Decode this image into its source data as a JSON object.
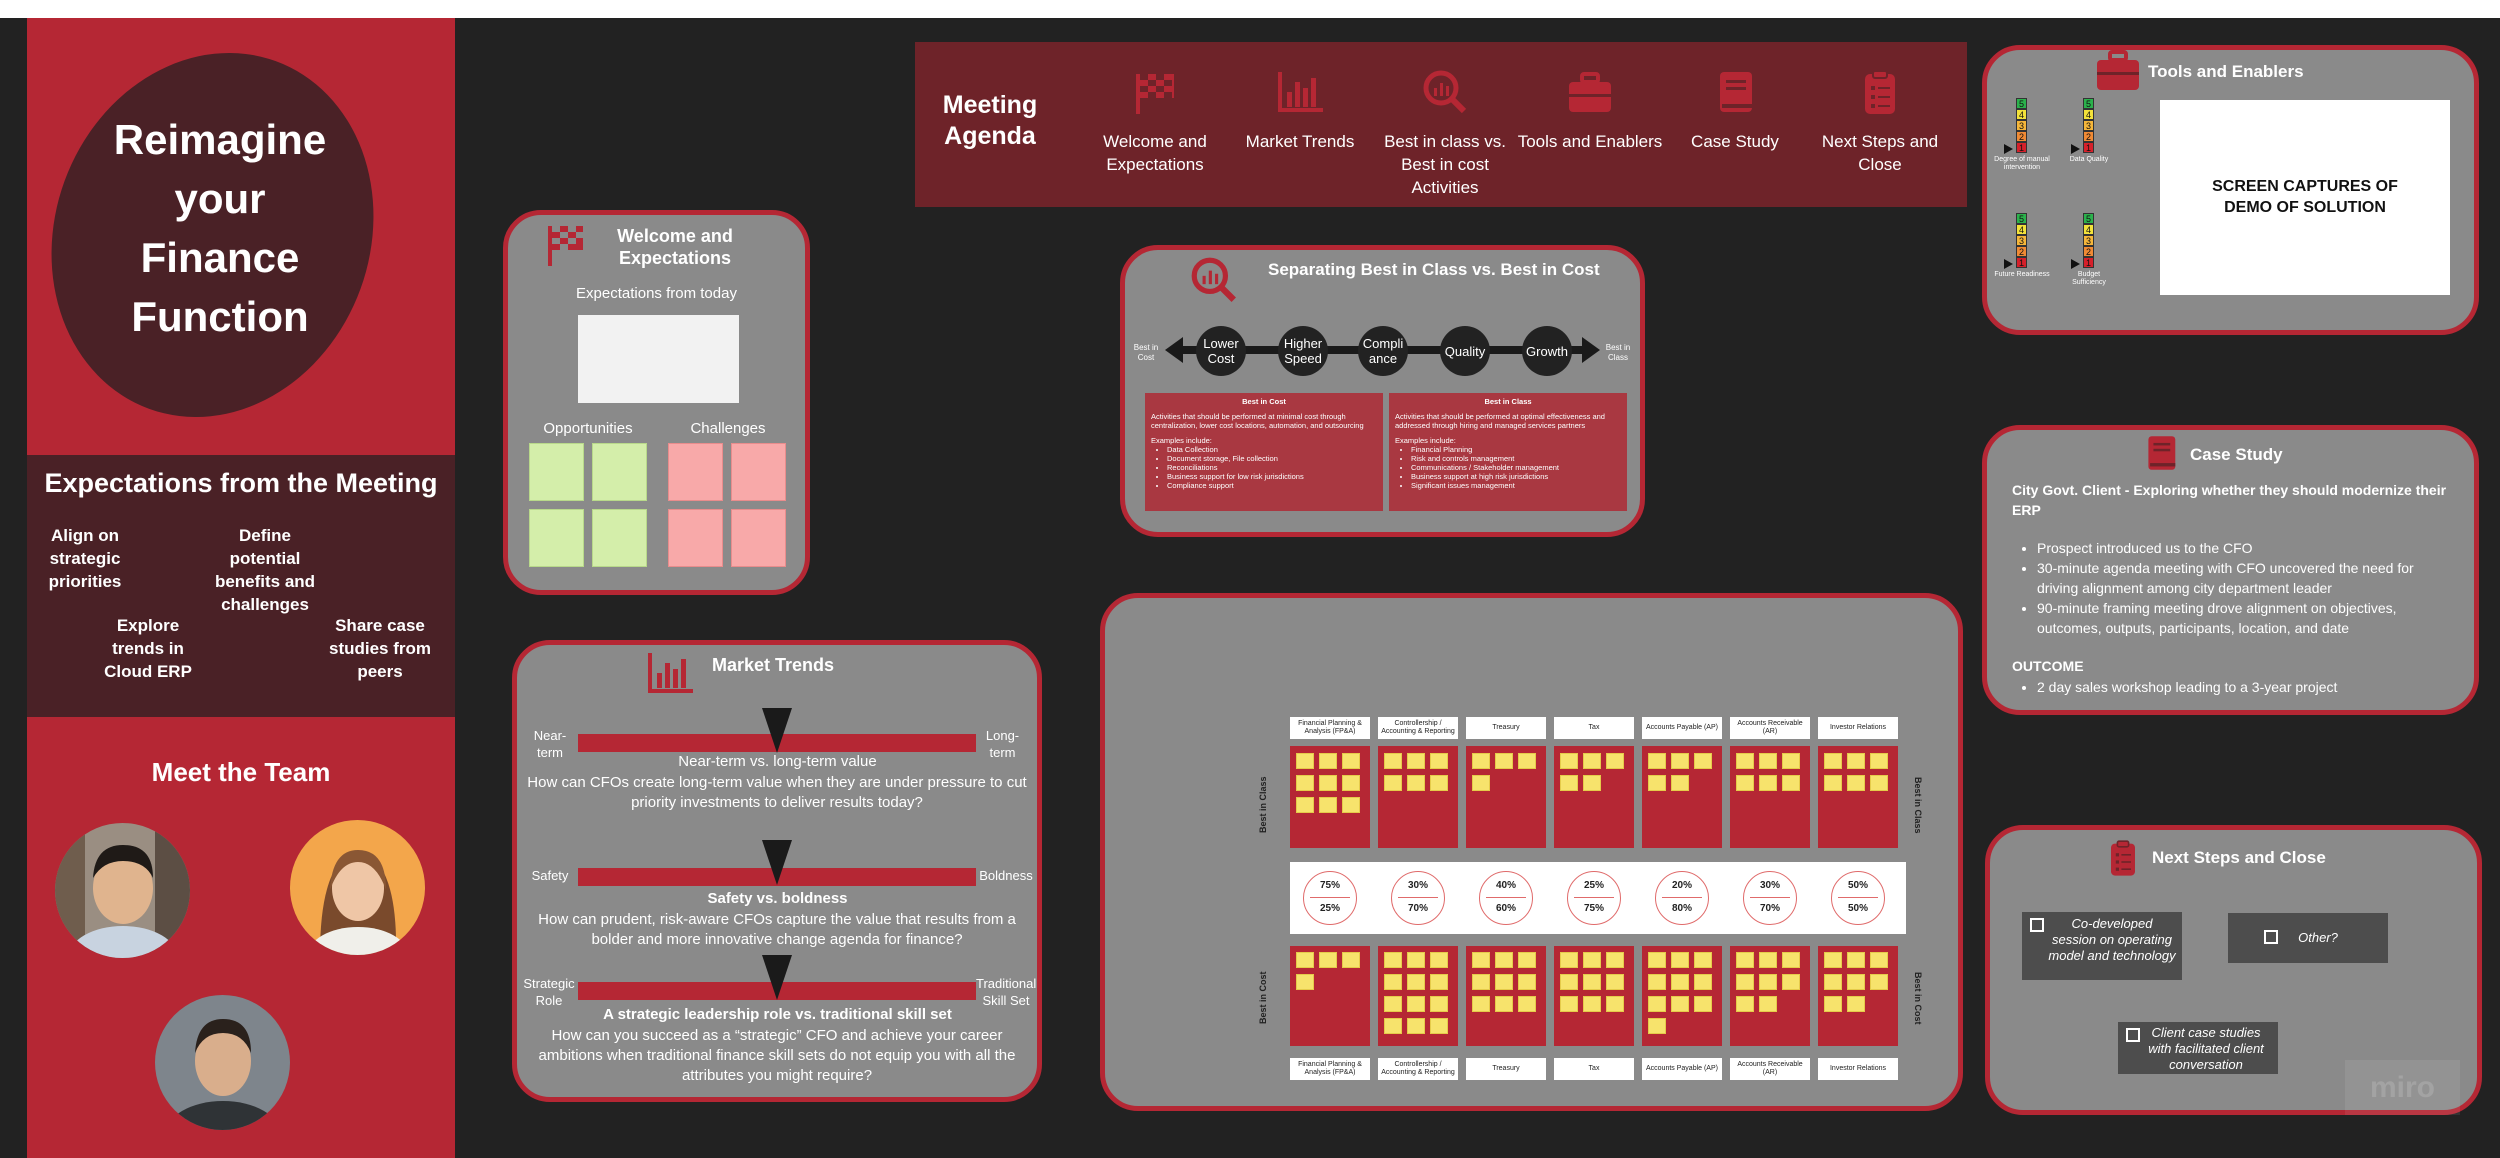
{
  "left_panel": {
    "title": "Reimagine your Finance Function",
    "title_lines": [
      "Reimagine",
      "your",
      "Finance",
      "Function"
    ],
    "expectations_title": "Expectations from the Meeting",
    "expectations": [
      "Align on strategic priorities",
      "Define potential benefits and challenges",
      "Explore trends in Cloud ERP",
      "Share case studies from peers"
    ],
    "team_title": "Meet the Team"
  },
  "agenda": {
    "title": "Meeting Agenda",
    "items": [
      {
        "label": "Welcome and Expectations",
        "icon": "checkered-flag-icon"
      },
      {
        "label": "Market Trends",
        "icon": "bar-chart-icon"
      },
      {
        "label": "Best in class vs. Best in cost Activities",
        "icon": "magnify-chart-icon"
      },
      {
        "label": "Tools and Enablers",
        "icon": "toolbox-icon"
      },
      {
        "label": "Case Study",
        "icon": "book-icon"
      },
      {
        "label": "Next Steps and Close",
        "icon": "clipboard-icon"
      }
    ]
  },
  "welcome": {
    "title": "Welcome and Expectations",
    "subtitle": "Expectations from today",
    "opportunities": "Opportunities",
    "challenges": "Challenges"
  },
  "market_trends": {
    "title": "Market Trends",
    "sliders": [
      {
        "left": "Near-term",
        "right": "Long-term",
        "heading": "Near-term vs. long-term value",
        "body": "How can CFOs create long-term value when they are under pressure to cut priority investments to deliver results today?"
      },
      {
        "left": "Safety",
        "right": "Boldness",
        "heading": "Safety vs. boldness",
        "body": "How can prudent, risk-aware CFOs capture the value that results from a bolder and more innovative change agenda for finance?"
      },
      {
        "left": "Strategic Role",
        "right": "Traditional Skill Set",
        "heading": "A strategic leadership role vs. traditional skill set",
        "body": "How can you succeed as a “strategic” CFO and achieve your career ambitions when traditional finance skill sets do not equip you with all the attributes you might require?"
      }
    ]
  },
  "separating": {
    "title": "Separating Best in Class vs. Best in Cost",
    "left_end": "Best in Cost",
    "right_end": "Best in Class",
    "nodes": [
      "Lower Cost",
      "Higher Speed",
      "Compli ance",
      "Quality",
      "Growth"
    ],
    "cost_box": {
      "title": "Best in Cost",
      "desc": "Activities that should be performed at minimal cost through centralization, lower cost locations, automation, and outsourcing",
      "examples_label": "Examples include:",
      "examples": [
        "Data Collection",
        "Document storage, File collection",
        "Reconciliations",
        "Business support for low risk jurisdictions",
        "Compliance support"
      ]
    },
    "class_box": {
      "title": "Best in Class",
      "desc": "Activities that should be performed at optimal effectiveness and addressed through hiring and managed services partners",
      "examples_label": "Examples include:",
      "examples": [
        "Financial Planning",
        "Risk and controls management",
        "Communications / Stakeholder management",
        "Business support at high risk jurisdictions",
        "Significant issues management"
      ]
    }
  },
  "matrix": {
    "columns": [
      "Financial Planning & Analysis (FP&A)",
      "Controllership / Accounting & Reporting",
      "Treasury",
      "Tax",
      "Accounts Payable (AP)",
      "Accounts Receivable (AR)",
      "Investor Relations"
    ],
    "row_top_left": "Best in Class",
    "row_top_right": "Best in Class",
    "row_bottom_left": "Best in Cost",
    "row_bottom_right": "Best in Cost",
    "percentages": [
      {
        "top": "75%",
        "bottom": "25%"
      },
      {
        "top": "30%",
        "bottom": "70%"
      },
      {
        "top": "40%",
        "bottom": "60%"
      },
      {
        "top": "25%",
        "bottom": "75%"
      },
      {
        "top": "20%",
        "bottom": "80%"
      },
      {
        "top": "30%",
        "bottom": "70%"
      },
      {
        "top": "50%",
        "bottom": "50%"
      }
    ]
  },
  "tools": {
    "title": "Tools and Enablers",
    "gauges": [
      "Degree of manual intervention",
      "Data Quality",
      "Future Readiness",
      "Budget Sufficiency"
    ],
    "scale": [
      "5",
      "4",
      "3",
      "2",
      "1"
    ],
    "screen_text": "SCREEN CAPTURES OF DEMO OF SOLUTION"
  },
  "case_study": {
    "title": "Case Study",
    "heading": "City Govt. Client - Exploring whether they should modernize their ERP",
    "bullets": [
      "Prospect introduced us to the CFO",
      "30-minute agenda meeting with CFO uncovered the need for driving alignment among city department leader",
      "90-minute framing meeting drove alignment on objectives, outcomes, outputs, participants, location, and date"
    ],
    "outcome_label": "OUTCOME",
    "outcome": "2 day sales workshop leading to a 3-year project"
  },
  "next_steps": {
    "title": "Next Steps and Close",
    "options": [
      "Co-developed session on operating model and technology",
      "Other?",
      "Client case studies with facilitated client conversation"
    ]
  },
  "watermark": "miro",
  "colors": {
    "brand_red": "#b52734",
    "dark_maroon": "#4a2126",
    "card_gray": "#8a8a8a",
    "background": "#222222"
  }
}
